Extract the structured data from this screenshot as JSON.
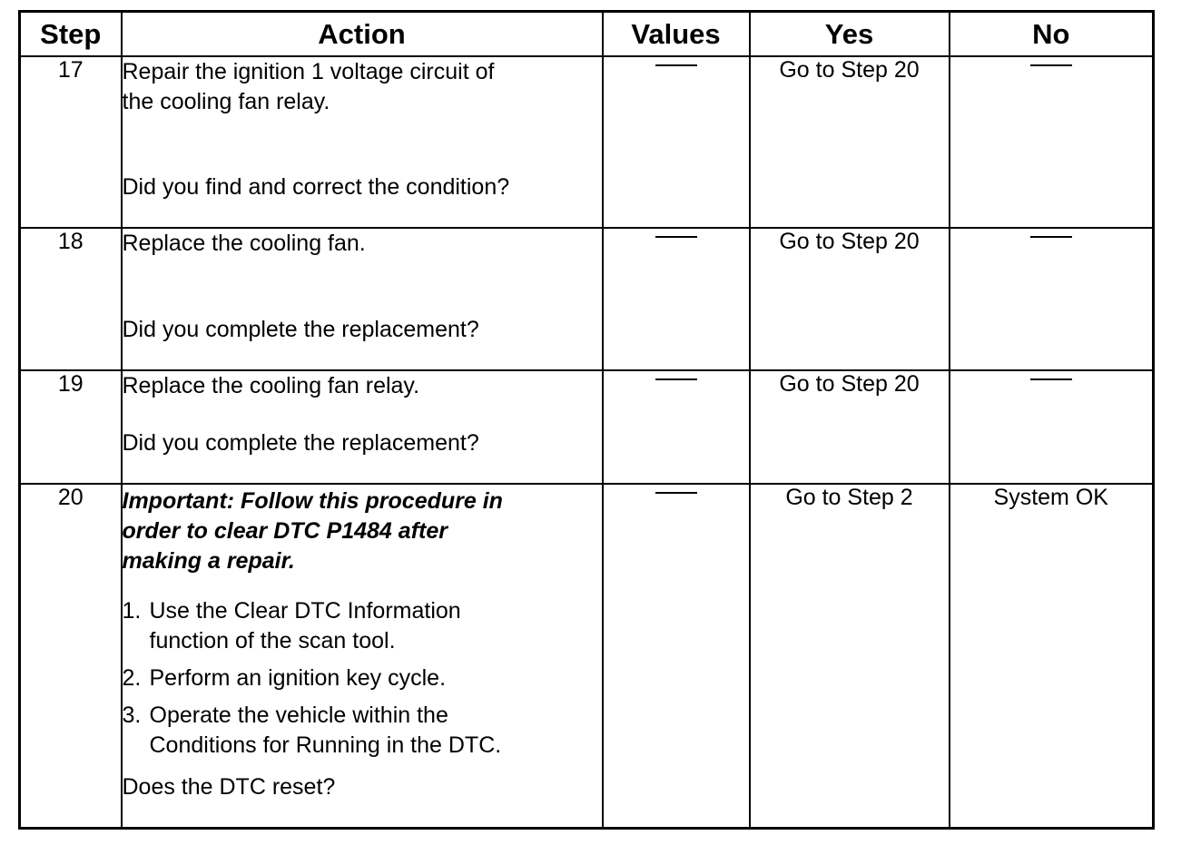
{
  "table": {
    "headers": {
      "step": "Step",
      "action": "Action",
      "values": "Values",
      "yes": "Yes",
      "no": "No"
    },
    "rows": [
      {
        "step": "17",
        "action_lines": [
          "Repair the ignition 1 voltage circuit of",
          "the cooling fan relay."
        ],
        "question": "Did you find and correct the condition?",
        "values": "—",
        "yes": "Go to Step 20",
        "no": "—"
      },
      {
        "step": "18",
        "action_lines": [
          "Replace the cooling fan."
        ],
        "question": "Did you complete the replacement?",
        "values": "—",
        "yes": "Go to Step 20",
        "no": "—"
      },
      {
        "step": "19",
        "action_lines": [
          "Replace the cooling fan relay."
        ],
        "question": "Did you complete the replacement?",
        "values": "—",
        "yes": "Go to Step 20",
        "no": "—"
      },
      {
        "step": "20",
        "important": [
          "Important: Follow this procedure in",
          "order to clear DTC P1484 after",
          "making a repair."
        ],
        "procedure": [
          {
            "num": "1.",
            "lines": [
              "Use the Clear DTC Information",
              "function of the scan tool."
            ]
          },
          {
            "num": "2.",
            "lines": [
              "Perform an ignition key cycle."
            ]
          },
          {
            "num": "3.",
            "lines": [
              "Operate the vehicle within the",
              "Conditions for Running in the DTC."
            ]
          }
        ],
        "question": "Does the DTC reset?",
        "values": "—",
        "yes": "Go to Step 2",
        "no": "System OK"
      }
    ]
  }
}
